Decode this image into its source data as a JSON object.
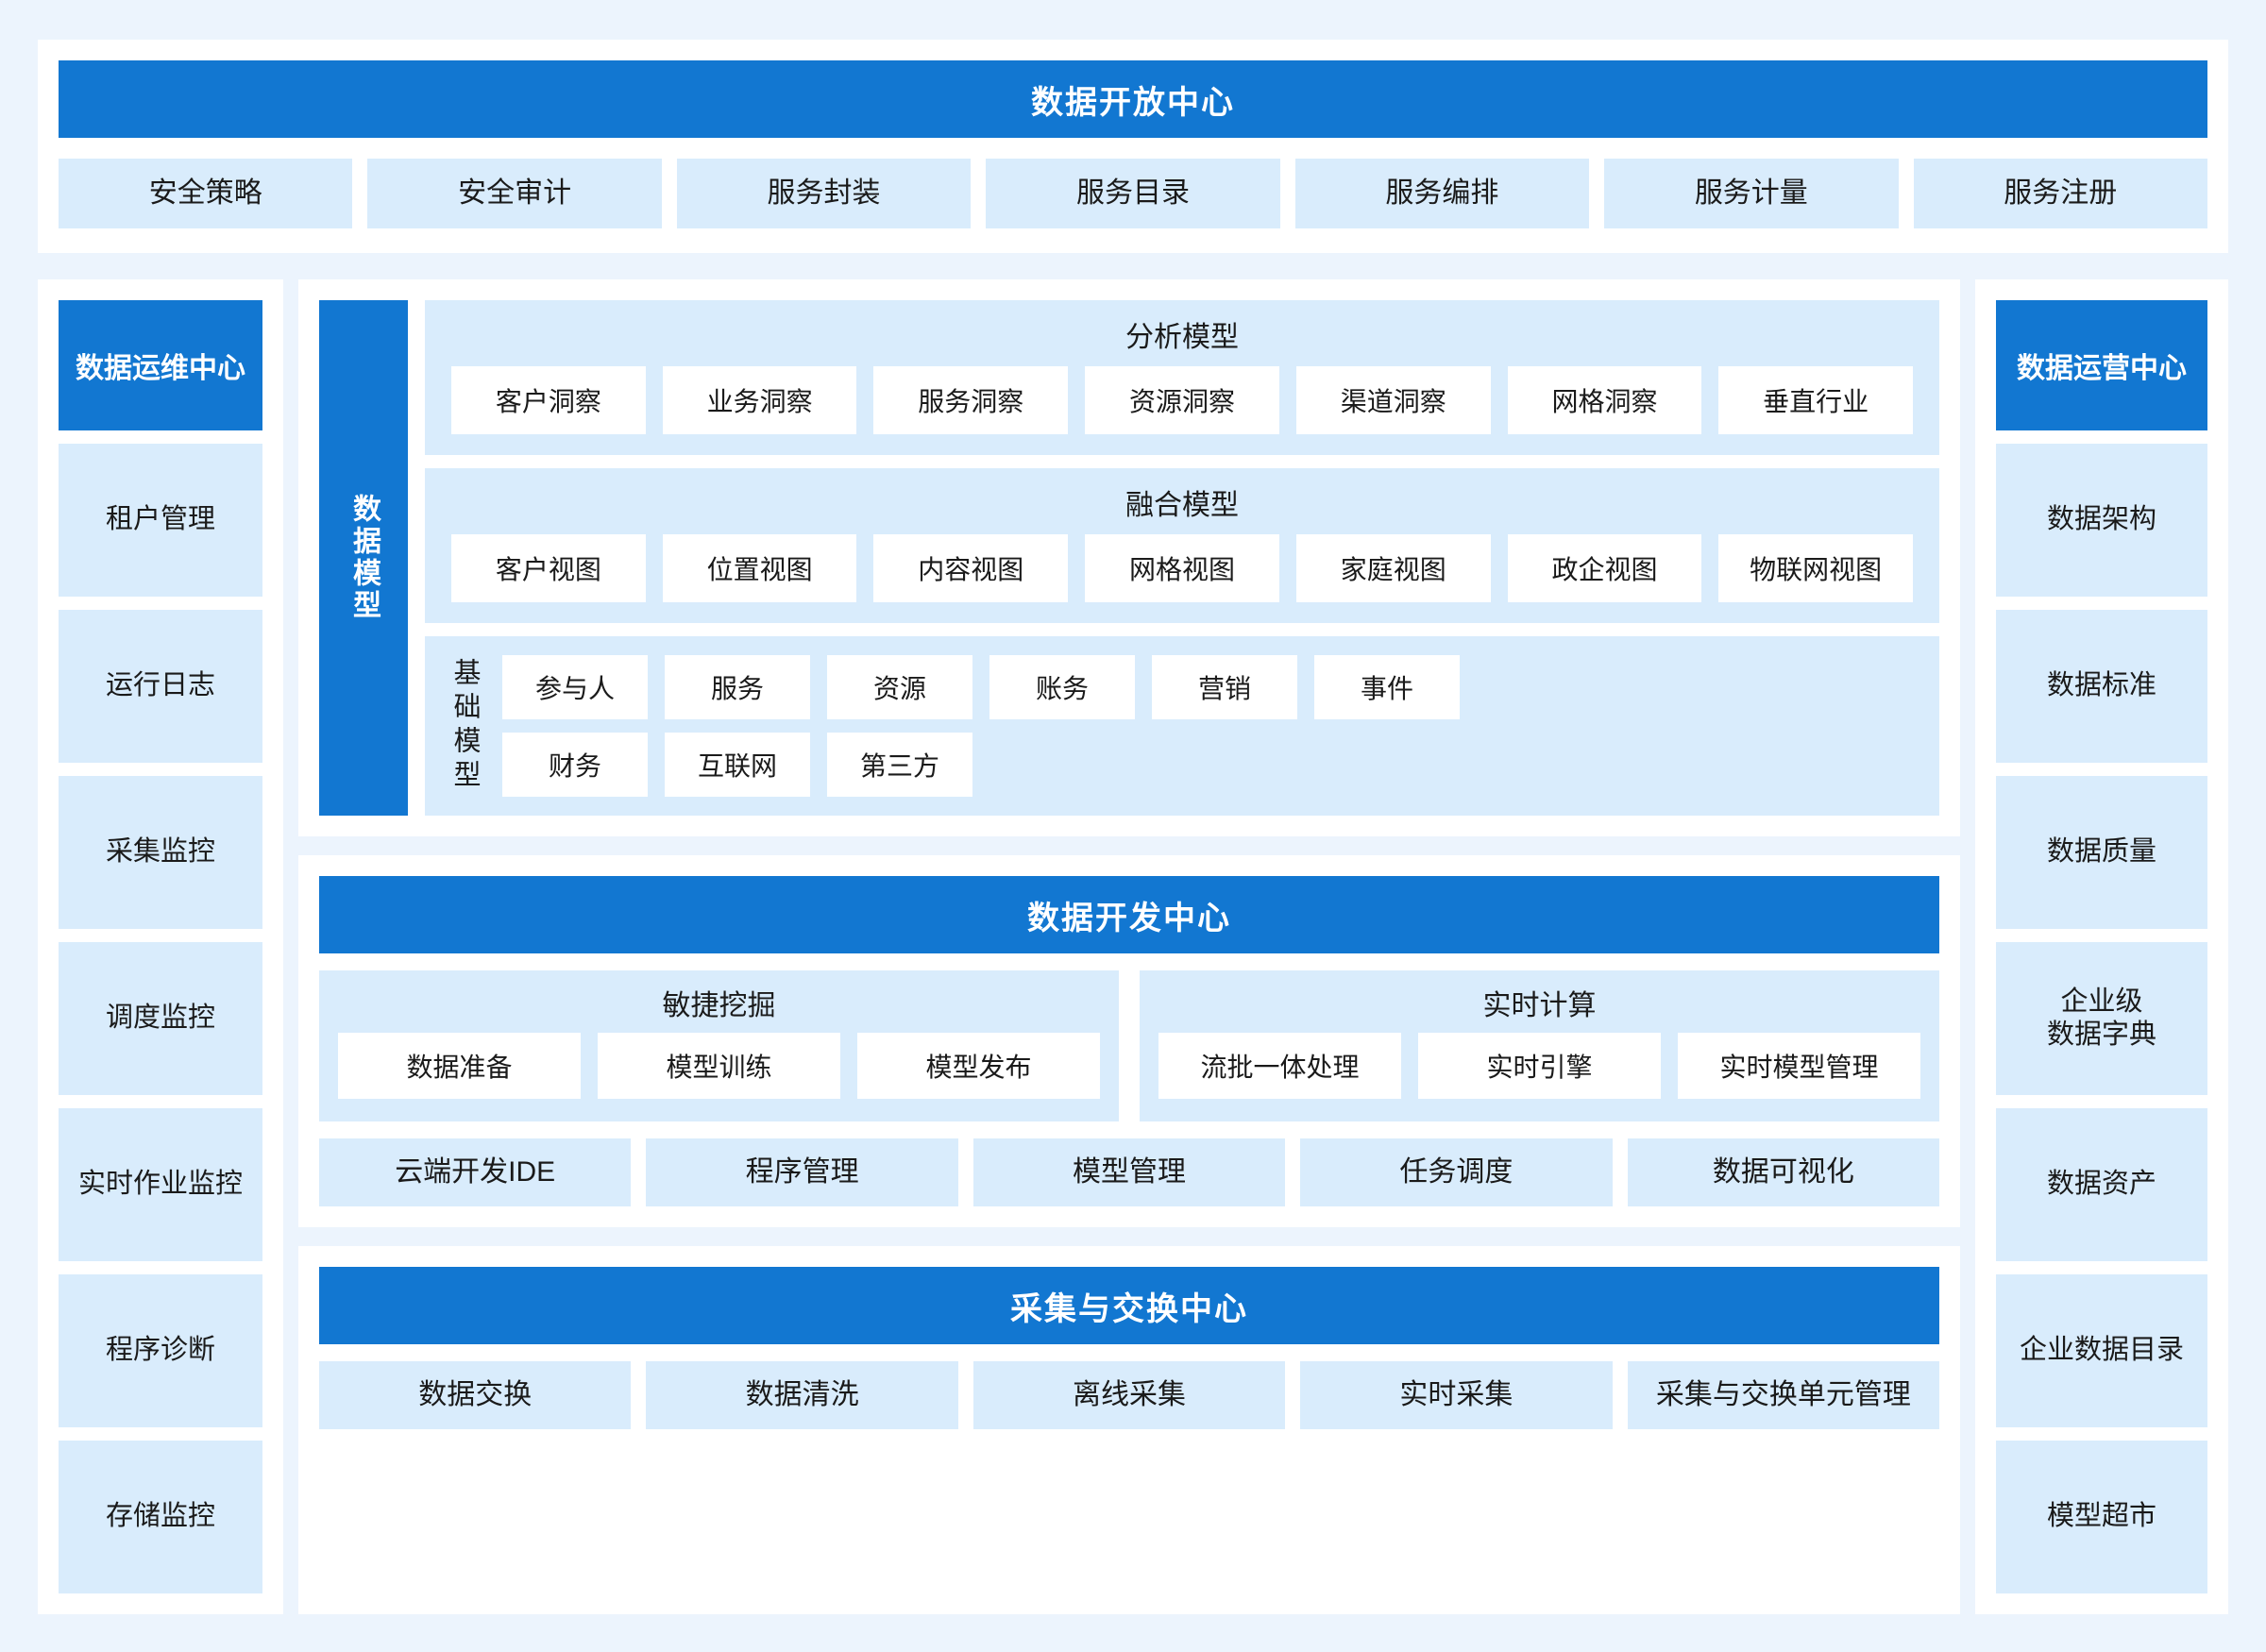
{
  "open_center": {
    "title": "数据开放中心",
    "items": [
      "安全策略",
      "安全审计",
      "服务封装",
      "服务目录",
      "服务编排",
      "服务计量",
      "服务注册"
    ]
  },
  "ops_center": {
    "title": "数据运维中心",
    "items": [
      "租户管理",
      "运行日志",
      "采集监控",
      "调度监控",
      "实时作业监控",
      "程序诊断",
      "存储监控"
    ]
  },
  "operation_center": {
    "title": "数据运营中心",
    "items": [
      "数据架构",
      "数据标准",
      "数据质量",
      "企业级\n数据字典",
      "数据资产",
      "企业数据目录",
      "模型超市"
    ]
  },
  "data_model": {
    "side_label": "数据模型",
    "groups": [
      {
        "title": "分析模型",
        "items": [
          "客户洞察",
          "业务洞察",
          "服务洞察",
          "资源洞察",
          "渠道洞察",
          "网格洞察",
          "垂直行业"
        ]
      },
      {
        "title": "融合模型",
        "items": [
          "客户视图",
          "位置视图",
          "内容视图",
          "网格视图",
          "家庭视图",
          "政企视图",
          "物联网视图"
        ]
      }
    ],
    "base_model": {
      "label": "基础模型",
      "row1": [
        "参与人",
        "服务",
        "资源",
        "账务",
        "营销",
        "事件"
      ],
      "row2": [
        "财务",
        "互联网",
        "第三方"
      ]
    }
  },
  "dev_center": {
    "title": "数据开发中心",
    "groups": [
      {
        "title": "敏捷挖掘",
        "items": [
          "数据准备",
          "模型训练",
          "模型发布"
        ]
      },
      {
        "title": "实时计算",
        "items": [
          "流批一体处理",
          "实时引擎",
          "实时模型管理"
        ]
      }
    ],
    "bottom_items": [
      "云端开发IDE",
      "程序管理",
      "模型管理",
      "任务调度",
      "数据可视化"
    ]
  },
  "collect_center": {
    "title": "采集与交换中心",
    "items": [
      "数据交换",
      "数据清洗",
      "离线采集",
      "实时采集",
      "采集与交换单元管理"
    ]
  },
  "colors": {
    "page_bg": "#ecf4fd",
    "primary_blue": "#1277d1",
    "tile_blue": "#d9ecfc",
    "card_white": "#ffffff"
  }
}
